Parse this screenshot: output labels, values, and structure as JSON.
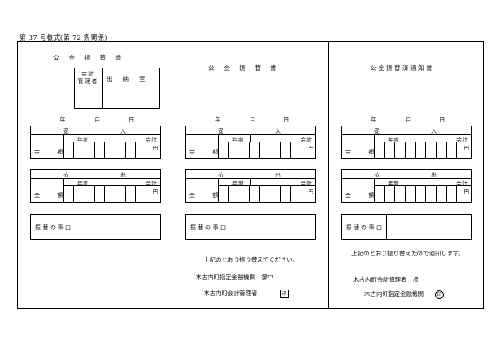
{
  "form_code": "第 37 号様式(第 72 条関係)",
  "panels": [
    {
      "title": "公金振替書",
      "approval": {
        "label_accounting": "会計\n管理者",
        "label_cashier": "出納室"
      },
      "date": {
        "year": "年",
        "month": "月",
        "day": "日"
      },
      "receipt": {
        "title_a": "受",
        "title_b": "入",
        "fiscal_year": "年度",
        "account": "会計",
        "amount": "金 額",
        "yen": "円"
      },
      "payment": {
        "title_a": "払",
        "title_b": "出",
        "fiscal_year": "年度",
        "account": "会計",
        "amount": "金 額",
        "yen": "円"
      },
      "reason": "振替の事由"
    },
    {
      "title": "公金振替書",
      "date": {
        "year": "年",
        "month": "月",
        "day": "日"
      },
      "receipt": {
        "title_a": "受",
        "title_b": "入",
        "fiscal_year": "年度",
        "account": "会計",
        "amount": "金 額",
        "yen": "円"
      },
      "payment": {
        "title_a": "払",
        "title_b": "出",
        "fiscal_year": "年度",
        "account": "会計",
        "amount": "金 額",
        "yen": "円"
      },
      "reason": "振替の事由",
      "note": "上記のとおり振り替えてください。",
      "to": "木古内町指定金融機関　御中",
      "from": "木古内町会計管理者",
      "seal": "印"
    },
    {
      "title": "公金振替済通知書",
      "date": {
        "year": "年",
        "month": "月",
        "day": "日"
      },
      "receipt": {
        "title_a": "受",
        "title_b": "入",
        "fiscal_year": "年度",
        "account": "会計",
        "amount": "金 額",
        "yen": "円"
      },
      "payment": {
        "title_a": "払",
        "title_b": "出",
        "fiscal_year": "年度",
        "account": "会計",
        "amount": "金 額",
        "yen": "円"
      },
      "reason": "振替の事由",
      "note": "上記のとおり振り替えたので通知します。",
      "to": "木古内町会計管理者　様",
      "from": "木古内町指定金融機関",
      "seal": "印"
    }
  ]
}
